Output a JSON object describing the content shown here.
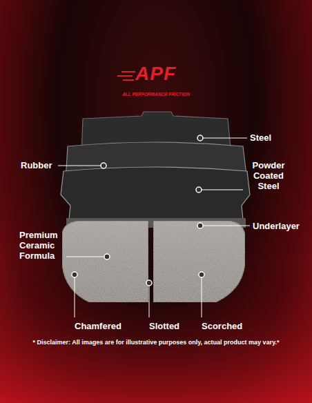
{
  "diagram": {
    "labels": [
      "APF",
      "ALL PERFORMANCE FRICTION",
      "Steel",
      "Rubber",
      "Powder Coated Steel",
      "Underlayer",
      "Premium Ceramic Formula",
      "Chamfered",
      "Slotted",
      "Scorched",
      "* Disclaimer: All images are for illustrative purposes only, actual product may vary.*"
    ]
  }
}
